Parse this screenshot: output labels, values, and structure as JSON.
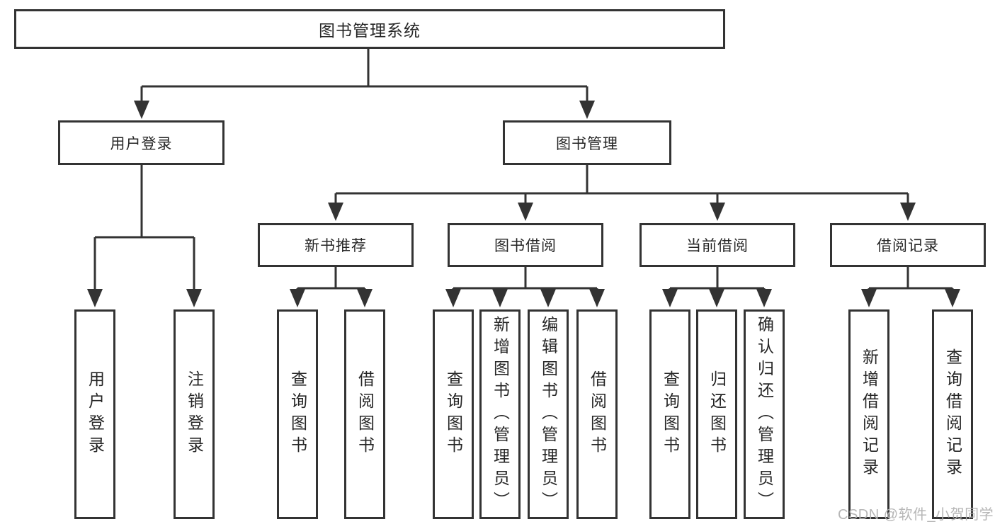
{
  "tree": {
    "label": "图书管理系统",
    "children": [
      {
        "label": "用户登录",
        "children": [
          {
            "label": "用户登录"
          },
          {
            "label": "注销登录"
          }
        ]
      },
      {
        "label": "图书管理",
        "children": [
          {
            "label": "新书推荐",
            "children": [
              {
                "label": "查询图书"
              },
              {
                "label": "借阅图书"
              }
            ]
          },
          {
            "label": "图书借阅",
            "children": [
              {
                "label": "查询图书"
              },
              {
                "label": "新增图书（管理员）"
              },
              {
                "label": "编辑图书（管理员）"
              },
              {
                "label": "借阅图书"
              }
            ]
          },
          {
            "label": "当前借阅",
            "children": [
              {
                "label": "查询图书"
              },
              {
                "label": "归还图书"
              },
              {
                "label": "确认归还（管理员）"
              }
            ]
          },
          {
            "label": "借阅记录",
            "children": [
              {
                "label": "新增借阅记录"
              },
              {
                "label": "查询借阅记录"
              }
            ]
          }
        ]
      }
    ]
  },
  "watermark": "CSDN @软件_小贺同学",
  "colors": {
    "line": "#333333",
    "text": "#262626",
    "background": "#ffffff",
    "watermark": "#b2b2b2"
  }
}
